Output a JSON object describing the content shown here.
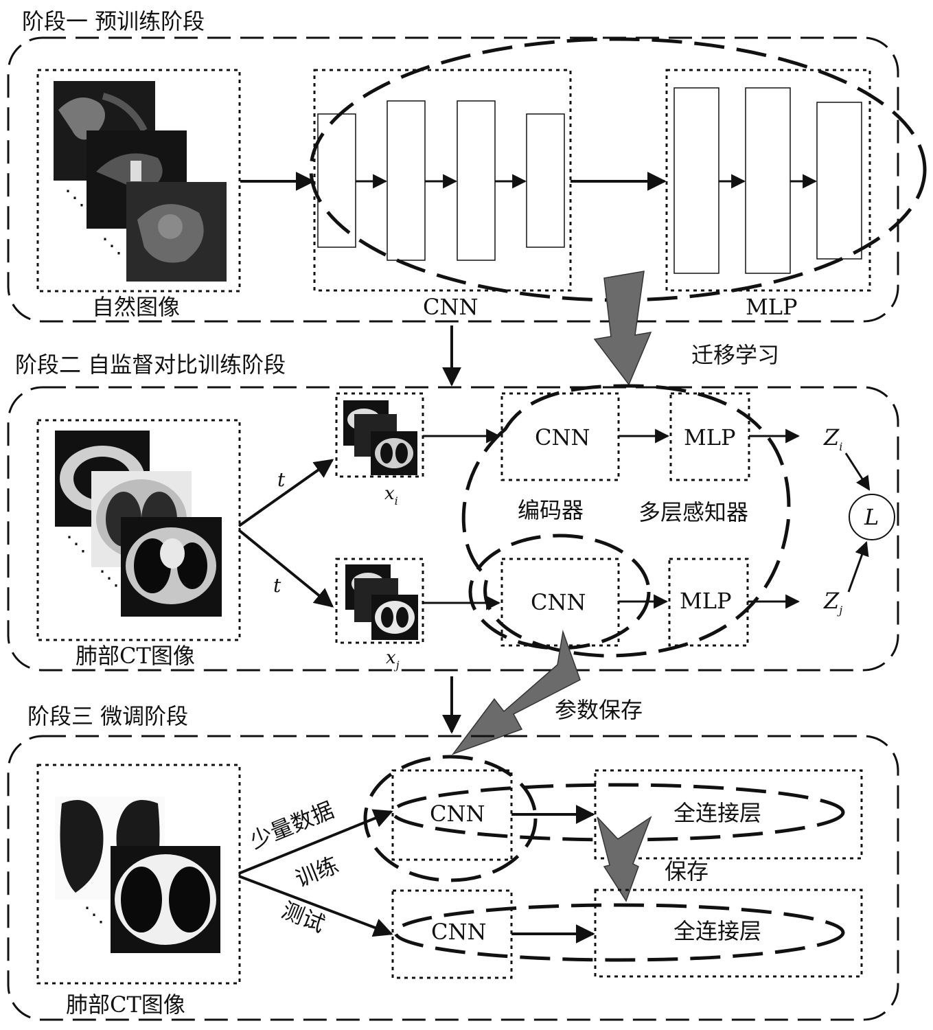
{
  "stage1": {
    "title": "阶段一 预训练阶段",
    "images_label": "自然图像",
    "cnn_label": "CNN",
    "mlp_label": "MLP"
  },
  "transfer_label": "迁移学习",
  "stage2": {
    "title": "阶段二 自监督对比训练阶段",
    "images_label": "肺部CT图像",
    "aug_top": "t",
    "aug_bottom": "t",
    "xi": "x",
    "xi_sub": "i",
    "xj": "x",
    "xj_sub": "j",
    "cnn_top": "CNN",
    "mlp_top": "MLP",
    "cnn_bottom": "CNN",
    "mlp_bottom": "MLP",
    "encoder_label": "编码器",
    "mlp_cn_label": "多层感知器",
    "zi": "Z",
    "zi_sub": "i",
    "zj": "Z",
    "zj_sub": "j",
    "loss": "L"
  },
  "param_save_label": "参数保存",
  "stage3": {
    "title": "阶段三 微调阶段",
    "images_label": "肺部CT图像",
    "train_label_1": "少量数据",
    "train_label_2": "训练",
    "test_label": "测试",
    "cnn_top": "CNN",
    "fc_top": "全连接层",
    "cnn_bottom": "CNN",
    "fc_bottom": "全连接层",
    "save_label": "保存"
  },
  "colors": {
    "line": "#111111",
    "big_arrow": "#6b6b6b",
    "ct_body": "#d8d8d8",
    "lung": "#0a0a0a"
  }
}
